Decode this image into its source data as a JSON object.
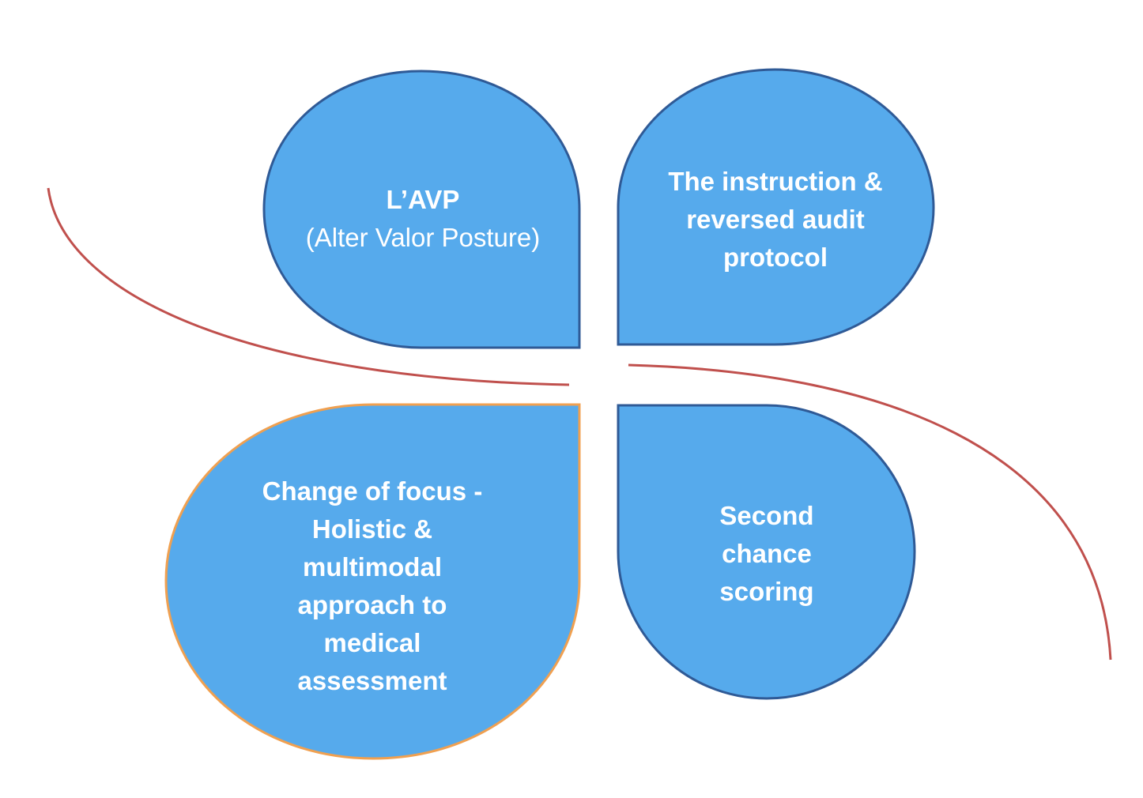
{
  "petals": [
    {
      "id": "top-left",
      "lines": [
        "L’AVP",
        "(Alter Valor Posture)"
      ],
      "fill": "#56AAEC",
      "stroke": "#2F5A96"
    },
    {
      "id": "top-right",
      "lines": [
        "The instruction &",
        "reversed audit",
        "protocol"
      ],
      "fill": "#56AAEC",
      "stroke": "#2F5A96"
    },
    {
      "id": "bottom-left",
      "lines": [
        "Change of focus -",
        "Holistic &",
        "multimodal",
        "approach to",
        "medical",
        "assessment"
      ],
      "fill": "#56AAEC",
      "stroke": "#F0A050"
    },
    {
      "id": "bottom-right",
      "lines": [
        "Second",
        "chance",
        "scoring"
      ],
      "fill": "#56AAEC",
      "stroke": "#2F5A96"
    }
  ],
  "curve_color": "#C0504D"
}
